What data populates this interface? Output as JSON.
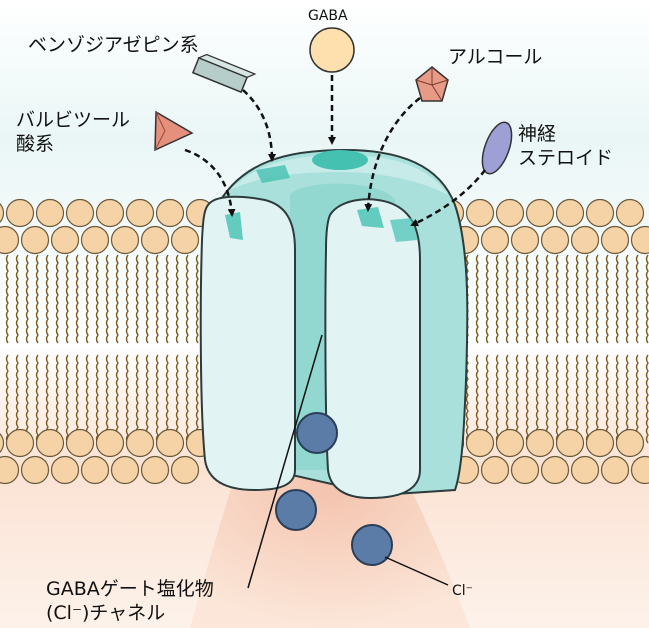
{
  "labels": {
    "gaba": "GABA",
    "benzodiazepine": "ベンゾジアゼピン系",
    "alcohol": "アルコール",
    "barbiturate_line1": "バルビツール",
    "barbiturate_line2": "酸系",
    "neurosteroid_line1": "神経",
    "neurosteroid_line2": "ステロイド",
    "channel_line1": "GABAゲート塩化物",
    "channel_line2": "(Cl⁻)チャネル",
    "chloride": "Cl⁻"
  },
  "colors": {
    "membrane_head": "#f6d3a6",
    "membrane_head_stroke": "#6a5a3c",
    "lipid_tail": "#7a5a1e",
    "outside_bg": "#e7f5f5",
    "inside_bg": "#fbe1d2",
    "channel_body": "#a9e0db",
    "channel_subunit": "#e2f3f4",
    "binding_site": "#45c1b2",
    "gaba_ligand": "#fde0ae",
    "benzo_ligand": "#b6cdc9",
    "alcohol_ligand": "#e79a86",
    "barbiturate_ligand": "#e58f7d",
    "neurosteroid_ligand": "#9e9fd5",
    "chloride_ion": "#5b7ca6"
  },
  "icons": [
    "gaba-molecule-icon",
    "benzodiazepine-molecule-icon",
    "alcohol-molecule-icon",
    "barbiturate-molecule-icon",
    "neurosteroid-molecule-icon",
    "chloride-ion-icon"
  ]
}
